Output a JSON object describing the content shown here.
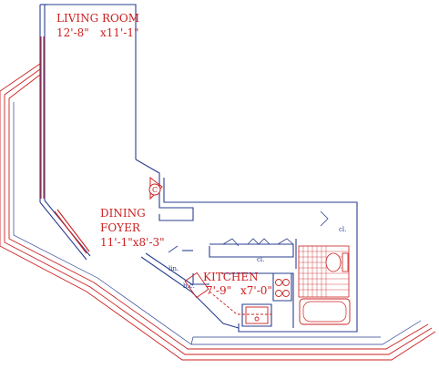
{
  "colors": {
    "wall": "#2a3f8f",
    "accent": "#cc1f1f",
    "background": "#ffffff"
  },
  "rooms": {
    "living": {
      "name": "LIVING ROOM",
      "dim_a": "12'-8\"",
      "dim_b": "x11'-1\""
    },
    "dining": {
      "name_1": "DINING",
      "name_2": "FOYER",
      "dims": "11'-1\"x8'-3\""
    },
    "kitchen": {
      "name": "KITCHEN",
      "dim_a": "7'-9\"",
      "dim_b": "x7'-0\""
    }
  },
  "symbols": {
    "column": "C",
    "linen_closet": "lin.",
    "closet": "cl.",
    "closet_small": "cl.",
    "broom_closet": "b.c."
  }
}
